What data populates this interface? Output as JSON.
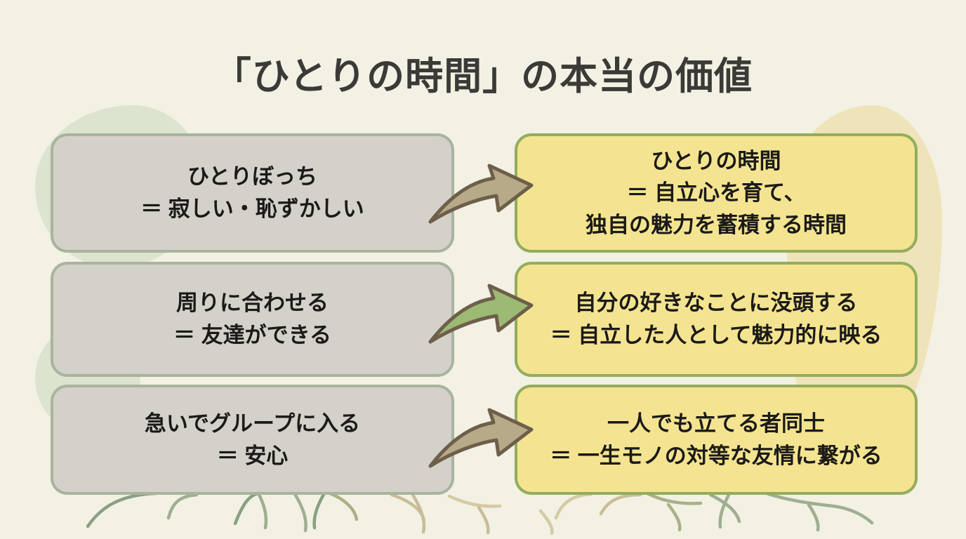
{
  "title": "「ひとりの時間」の本当の価値",
  "rows": [
    {
      "left": {
        "lines": [
          "ひとりぼっち",
          "＝ 寂しい・恥ずかしい"
        ]
      },
      "arrow": {
        "icon": "curved-arrow-icon",
        "fill": "#b6aa88"
      },
      "right": {
        "lines": [
          "ひとりの時間",
          "＝ 自立心を育て、",
          "独自の魅力を蓄積する時間"
        ]
      }
    },
    {
      "left": {
        "lines": [
          "周りに合わせる",
          "＝ 友達ができる"
        ]
      },
      "arrow": {
        "icon": "curved-arrow-icon",
        "fill": "#9cba74"
      },
      "right": {
        "lines": [
          "自分の好きなことに没頭する",
          "＝ 自立した人として魅力的に映る"
        ]
      }
    },
    {
      "left": {
        "lines": [
          "急いでグループに入る",
          "＝ 安心"
        ]
      },
      "arrow": {
        "icon": "curved-arrow-icon",
        "fill": "#b6aa88"
      },
      "right": {
        "lines": [
          "一人でも立てる者同士",
          "＝ 一生モノの対等な友情に繋がる"
        ]
      }
    }
  ],
  "colors": {
    "background": "#f2f1e4",
    "title_text": "#3b3a36",
    "box_text": "#1b1a17",
    "left_box_fill": "#d4d1ca",
    "left_box_border": "#a9b49c",
    "right_box_fill": "#f4e491",
    "right_box_border": "#93ad5c",
    "arrow_outline": "#6e5f4b",
    "arrow_tan": "#b6aa88",
    "arrow_green": "#9cba74",
    "blob_green": "#dce3cf",
    "blob_amber": "#eee0b1",
    "roots_green": "#9fae90",
    "roots_tan": "#d5caa4"
  }
}
